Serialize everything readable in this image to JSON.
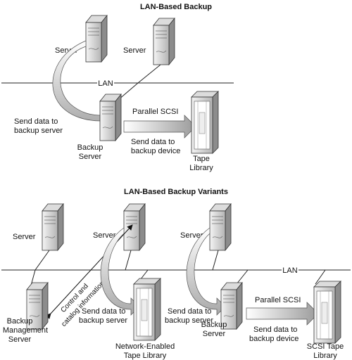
{
  "diagram": {
    "top": {
      "title": "LAN-Based Backup",
      "lan_label": "LAN",
      "server_left": "Server",
      "server_right": "Server",
      "send_to_server_1": "Send data to",
      "send_to_server_2": "backup server",
      "parallel_scsi": "Parallel SCSI",
      "send_to_device_1": "Send data to",
      "send_to_device_2": "backup device",
      "backup_server_1": "Backup",
      "backup_server_2": "Server",
      "tape_1": "Tape",
      "tape_2": "Library"
    },
    "bottom": {
      "title": "LAN-Based Backup Variants",
      "lan_label": "LAN",
      "server_1": "Server",
      "server_2": "Server",
      "server_3": "Server",
      "control_1": "Control and",
      "control_2": "catalog information",
      "bm_1": "Backup",
      "bm_2": "Management",
      "bm_3": "Server",
      "send_server_a_1": "Send data to",
      "send_server_a_2": "backup server",
      "net_tape_1": "Network-Enabled",
      "net_tape_2": "Tape Library",
      "send_server_b_1": "Send data to",
      "send_server_b_2": "backup server",
      "backup_server_1": "Backup",
      "backup_server_2": "Server",
      "parallel_scsi": "Parallel SCSI",
      "send_device_1": "Send data to",
      "send_device_2": "backup device",
      "scsi_tape_1": "SCSI Tape",
      "scsi_tape_2": "Library"
    }
  }
}
